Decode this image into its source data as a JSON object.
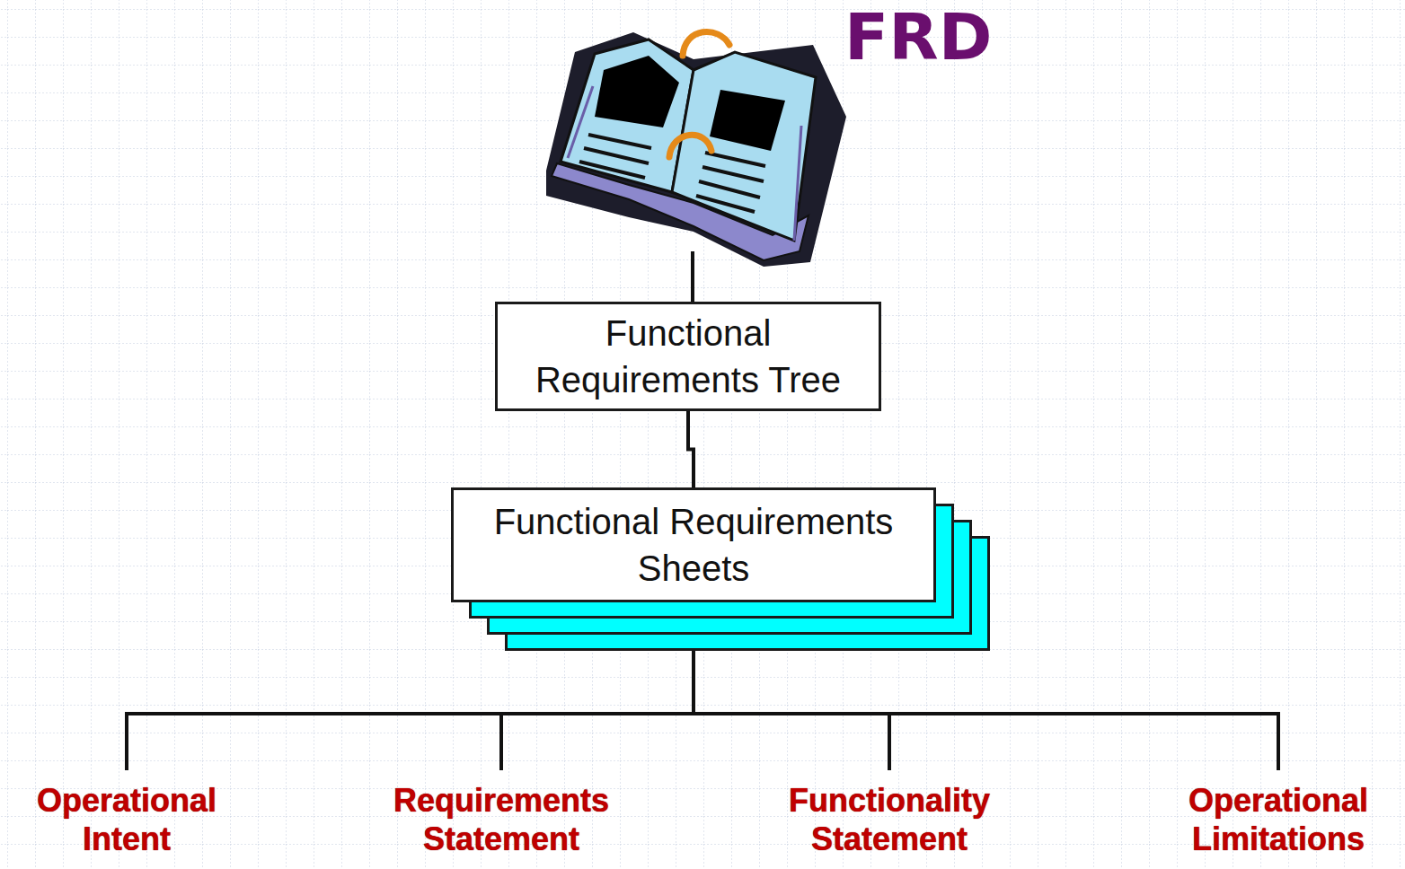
{
  "diagram": {
    "title": "FRD",
    "nodes": [
      {
        "text": [
          "Functional Requirements Tree"
        ]
      },
      {
        "text": [
          "Functional Requirements Sheets"
        ]
      },
      {
        "text": [
          "Operational Intent"
        ]
      },
      {
        "text": [
          "Requirements Statement"
        ]
      },
      {
        "text": [
          "Functionality Statement"
        ]
      },
      {
        "text": [
          "Operational Limitations"
        ]
      }
    ],
    "edges": [
      {
        "from": 0,
        "to": 1,
        "arrow": "none"
      },
      {
        "from": 1,
        "to": 2,
        "arrow": "none"
      },
      {
        "from": 1,
        "to": 3,
        "arrow": "none"
      },
      {
        "from": 1,
        "to": 4,
        "arrow": "none"
      },
      {
        "from": 1,
        "to": 5,
        "arrow": "none"
      }
    ]
  }
}
